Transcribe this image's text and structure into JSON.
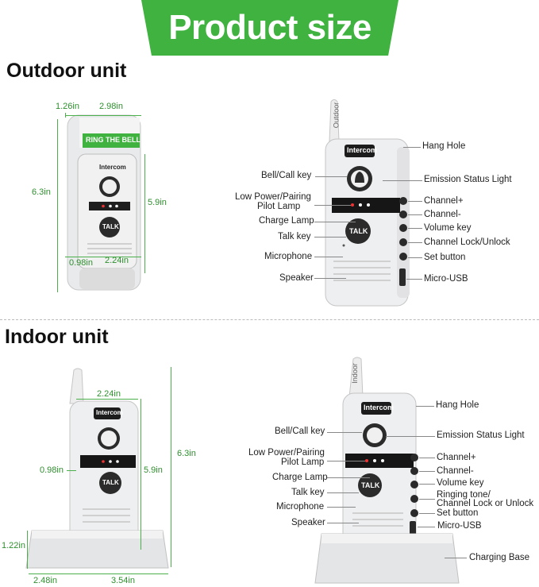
{
  "banner": {
    "title": "Product size",
    "color": "#3fb23f"
  },
  "outdoor": {
    "heading": "Outdoor unit",
    "dims": {
      "depth": "1.26in",
      "width": "2.98in",
      "height": "6.3in",
      "inner_height": "5.9in",
      "side": "0.98in",
      "inner_width": "2.24in"
    },
    "device_text": {
      "ring": "RING THE BELL",
      "brand": "Intercom",
      "talk": "TALK",
      "antenna": "Outdoor"
    },
    "labels": {
      "hang_hole": "Hang Hole",
      "bell_call": "Bell/Call key",
      "emission": "Emission Status Light",
      "low_power": "Low Power/Pairing",
      "pilot": "Pilot Lamp",
      "channel_plus": "Channel+",
      "channel_minus": "Channel-",
      "charge": "Charge Lamp",
      "volume": "Volume key",
      "talk_key": "Talk key",
      "lock": "Channel Lock/Unlock",
      "microphone": "Microphone",
      "set": "Set button",
      "speaker": "Speaker",
      "usb": "Micro-USB"
    }
  },
  "indoor": {
    "heading": "Indoor unit",
    "dims": {
      "width": "2.24in",
      "height": "6.3in",
      "inner_height": "5.9in",
      "side": "0.98in",
      "base_height": "1.22in",
      "base_depth": "2.48in",
      "base_width": "3.54in"
    },
    "device_text": {
      "brand": "Intercom",
      "talk": "TALK",
      "antenna": "Indoor"
    },
    "labels": {
      "hang_hole": "Hang Hole",
      "bell_call": "Bell/Call key",
      "emission": "Emission Status Light",
      "low_power": "Low Power/Pairing",
      "pilot": "Pilot Lamp",
      "channel_plus": "Channel+",
      "channel_minus": "Channel-",
      "charge": "Charge Lamp",
      "volume": "Volume key",
      "ringing": "Ringing tone/",
      "lock": "Channel Lock or Unlock",
      "talk_key": "Talk key",
      "microphone": "Microphone",
      "set": "Set button",
      "speaker": "Speaker",
      "usb": "Micro-USB",
      "base": "Charging Base"
    }
  }
}
